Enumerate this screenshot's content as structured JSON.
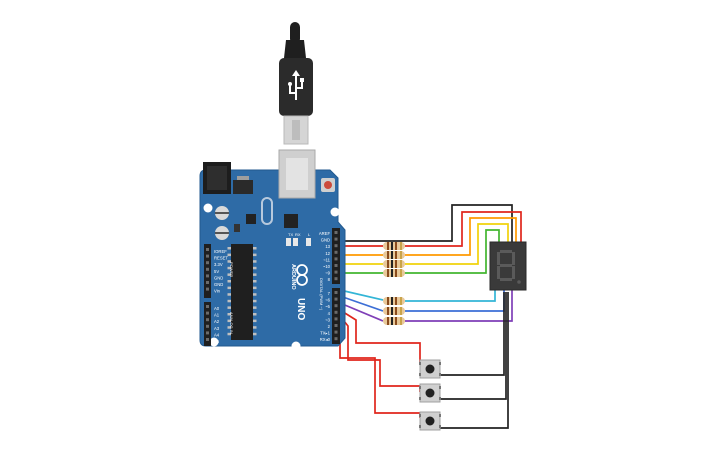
{
  "board": {
    "brand": "ARDUINO",
    "model": "UNO",
    "digital_header_label": "DIGITAL (PWM ~)",
    "power_header_label": "POWER",
    "analog_header_label": "ANALOG IN",
    "top_header_pins": [
      "AREF",
      "GND",
      "13",
      "12",
      "~11",
      "~10",
      "~9",
      "8"
    ],
    "bottom_header_pins": [
      "7",
      "~6",
      "~5",
      "4",
      "~3",
      "2",
      "TX▸1",
      "RX◂0"
    ],
    "power_pins": [
      "IOREF",
      "RESET",
      "3.3V",
      "5V",
      "GND",
      "GND",
      "Vin"
    ],
    "analog_pins": [
      "A0",
      "A1",
      "A2",
      "A3",
      "A4",
      "A5"
    ],
    "tx_label": "TX",
    "rx_label": "RX",
    "l_label": "L",
    "on_label": "ON"
  },
  "display": {
    "digit": "8"
  },
  "colors": {
    "board": "#2e6ba6",
    "board_edge": "#235a8f",
    "usb_plug": "#2b2b2b",
    "usb_metal": "#cfcfcf",
    "resistor_body": "#e8c99a",
    "display_body": "#3a3a3a",
    "display_segment": "#555555",
    "wire_red": "#e0261c",
    "wire_orange": "#ff9a00",
    "wire_yellow": "#f1d20b",
    "wire_green": "#43b630",
    "wire_cyan": "#33b5d6",
    "wire_blue": "#3c6fd6",
    "wire_purple": "#7f3fb7",
    "wire_black": "#222222"
  }
}
